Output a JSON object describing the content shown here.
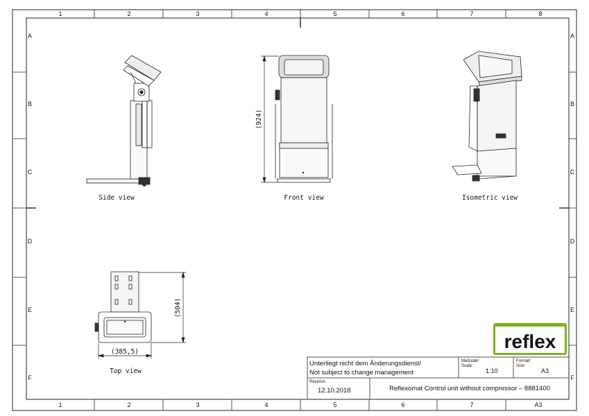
{
  "grid": {
    "columns": [
      "1",
      "2",
      "3",
      "4",
      "5",
      "6",
      "7",
      "8"
    ],
    "rows": [
      "A",
      "B",
      "C",
      "D",
      "E",
      "F"
    ]
  },
  "views": {
    "side": "Side view",
    "front": "Front view",
    "isometric": "Isometric view",
    "top": "Top view"
  },
  "dimensions": {
    "height": "(924)",
    "depth": "(504)",
    "width": "(385,5)"
  },
  "logo": {
    "text": "reflex",
    "color": "#7ab51d"
  },
  "title_block": {
    "note_line1": "Unterliegt nicht dem Änderungsdienst/",
    "note_line2": "Not subject to change management",
    "scale_label": "Maßstab/",
    "scale_label2": "Scale:",
    "scale_value": "1:10",
    "format_label": "Format/",
    "format_label2": "Size:",
    "format_value": "A3",
    "revision_label": "Revision",
    "revision_value": "12.10.2018",
    "title": "Reflexomat Control unit without compressor – 8881400",
    "corner_size": "A3"
  }
}
